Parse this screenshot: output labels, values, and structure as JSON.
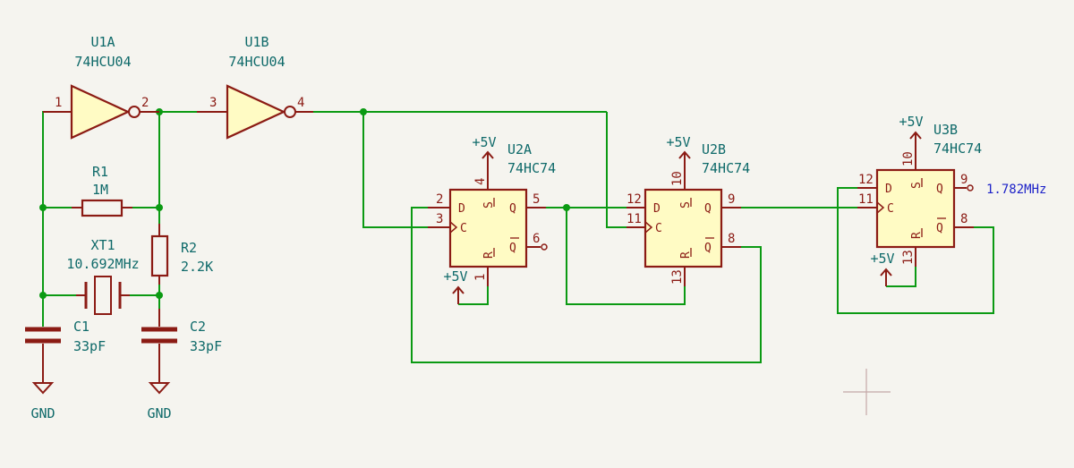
{
  "colors": {
    "wire": "#0b9a13",
    "part": "#8b1b14",
    "fill": "#fffbc4",
    "text": "#0f6a6a",
    "net": "#1d22c8",
    "background": "#f5f4ef"
  },
  "u1a": {
    "ref": "U1A",
    "value": "74HCU04",
    "pin_in": "1",
    "pin_out": "2"
  },
  "u1b": {
    "ref": "U1B",
    "value": "74HCU04",
    "pin_in": "3",
    "pin_out": "4"
  },
  "r1": {
    "ref": "R1",
    "value": "1M"
  },
  "r2": {
    "ref": "R2",
    "value": "2.2K"
  },
  "xt1": {
    "ref": "XT1",
    "value": "10.692MHz"
  },
  "c1": {
    "ref": "C1",
    "value": "33pF"
  },
  "c2": {
    "ref": "C2",
    "value": "33pF"
  },
  "gnd": {
    "label": "GND"
  },
  "power": {
    "label": "+5V"
  },
  "u2a": {
    "ref": "U2A",
    "value": "74HC74",
    "pins": {
      "d": "2",
      "c": "3",
      "s": "4",
      "q": "5",
      "qn": "6",
      "r": "1"
    }
  },
  "u2b": {
    "ref": "U2B",
    "value": "74HC74",
    "pins": {
      "d": "12",
      "c": "11",
      "s": "10",
      "q": "9",
      "qn": "8",
      "r": "13"
    }
  },
  "u3b": {
    "ref": "U3B",
    "value": "74HC74",
    "pins": {
      "d": "12",
      "c": "11",
      "s": "10",
      "q": "9",
      "qn": "8",
      "r": "13"
    }
  },
  "ff_pin_names": {
    "d": "D",
    "c": "C",
    "s": "S",
    "r": "R",
    "q": "Q",
    "qn": "Q"
  },
  "output_net": {
    "label": "1.782MHz"
  }
}
